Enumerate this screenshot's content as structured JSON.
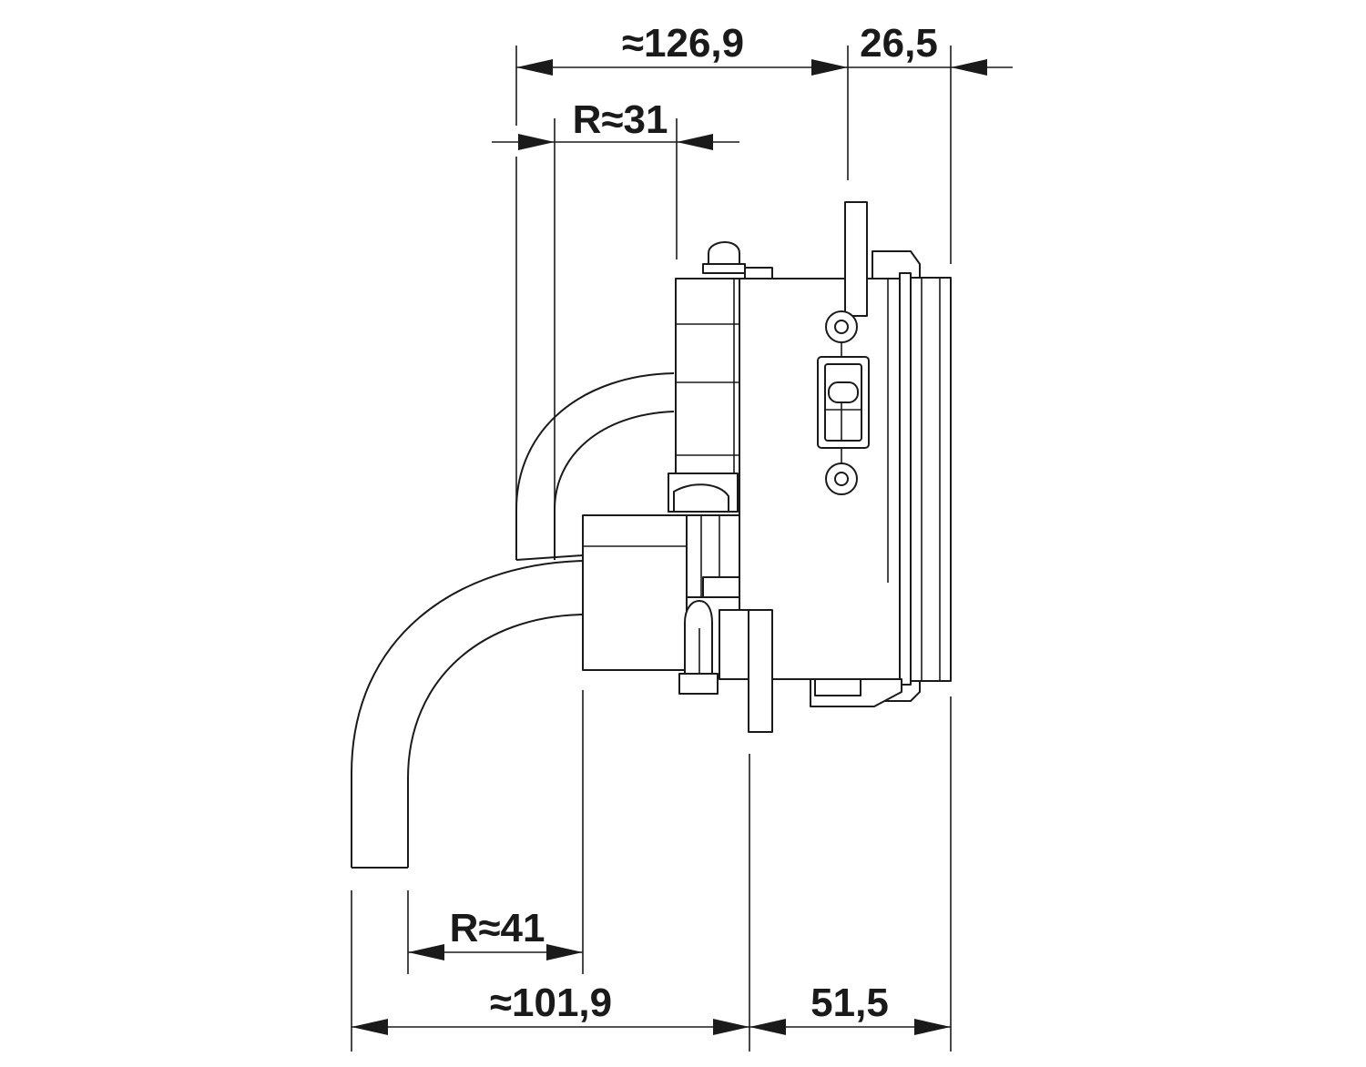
{
  "dimensions": {
    "top_width": "≈126,9",
    "top_right": "26,5",
    "upper_radius": "R≈31",
    "lower_radius": "R≈41",
    "bottom_width": "≈101,9",
    "bottom_right": "51,5"
  }
}
